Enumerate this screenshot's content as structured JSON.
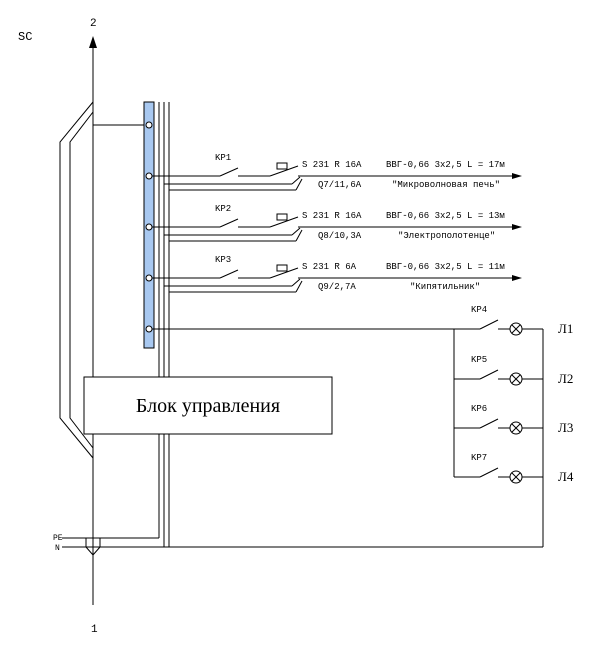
{
  "diagram": {
    "corner_label": "SC",
    "top_terminal": "2",
    "bottom_terminal": "1",
    "pe_label": "PE",
    "n_label": "N",
    "control_block": "Блок управления",
    "busbar_color": "#a8c8f0",
    "branches": [
      {
        "relay": "KP1",
        "breaker": "S 231 R  16A",
        "cable": "ВВГ-0,66  3x2,5  L = 17м",
        "q": "Q7/11,6A",
        "load": "\"Микроволновая печь\""
      },
      {
        "relay": "KP2",
        "breaker": "S 231 R  16A",
        "cable": "ВВГ-0,66  3x2,5  L = 13м",
        "q": "Q8/10,3A",
        "load": "\"Электрополотенце\""
      },
      {
        "relay": "KP3",
        "breaker": "S 231 R  6A",
        "cable": "ВВГ-0,66  3x2,5  L = 11м",
        "q": "Q9/2,7A",
        "load": "\"Кипятильник\""
      }
    ],
    "lamps": [
      {
        "relay": "KP4",
        "lamp": "Л1"
      },
      {
        "relay": "KP5",
        "lamp": "Л2"
      },
      {
        "relay": "KP6",
        "lamp": "Л3"
      },
      {
        "relay": "KP7",
        "lamp": "Л4"
      }
    ]
  }
}
